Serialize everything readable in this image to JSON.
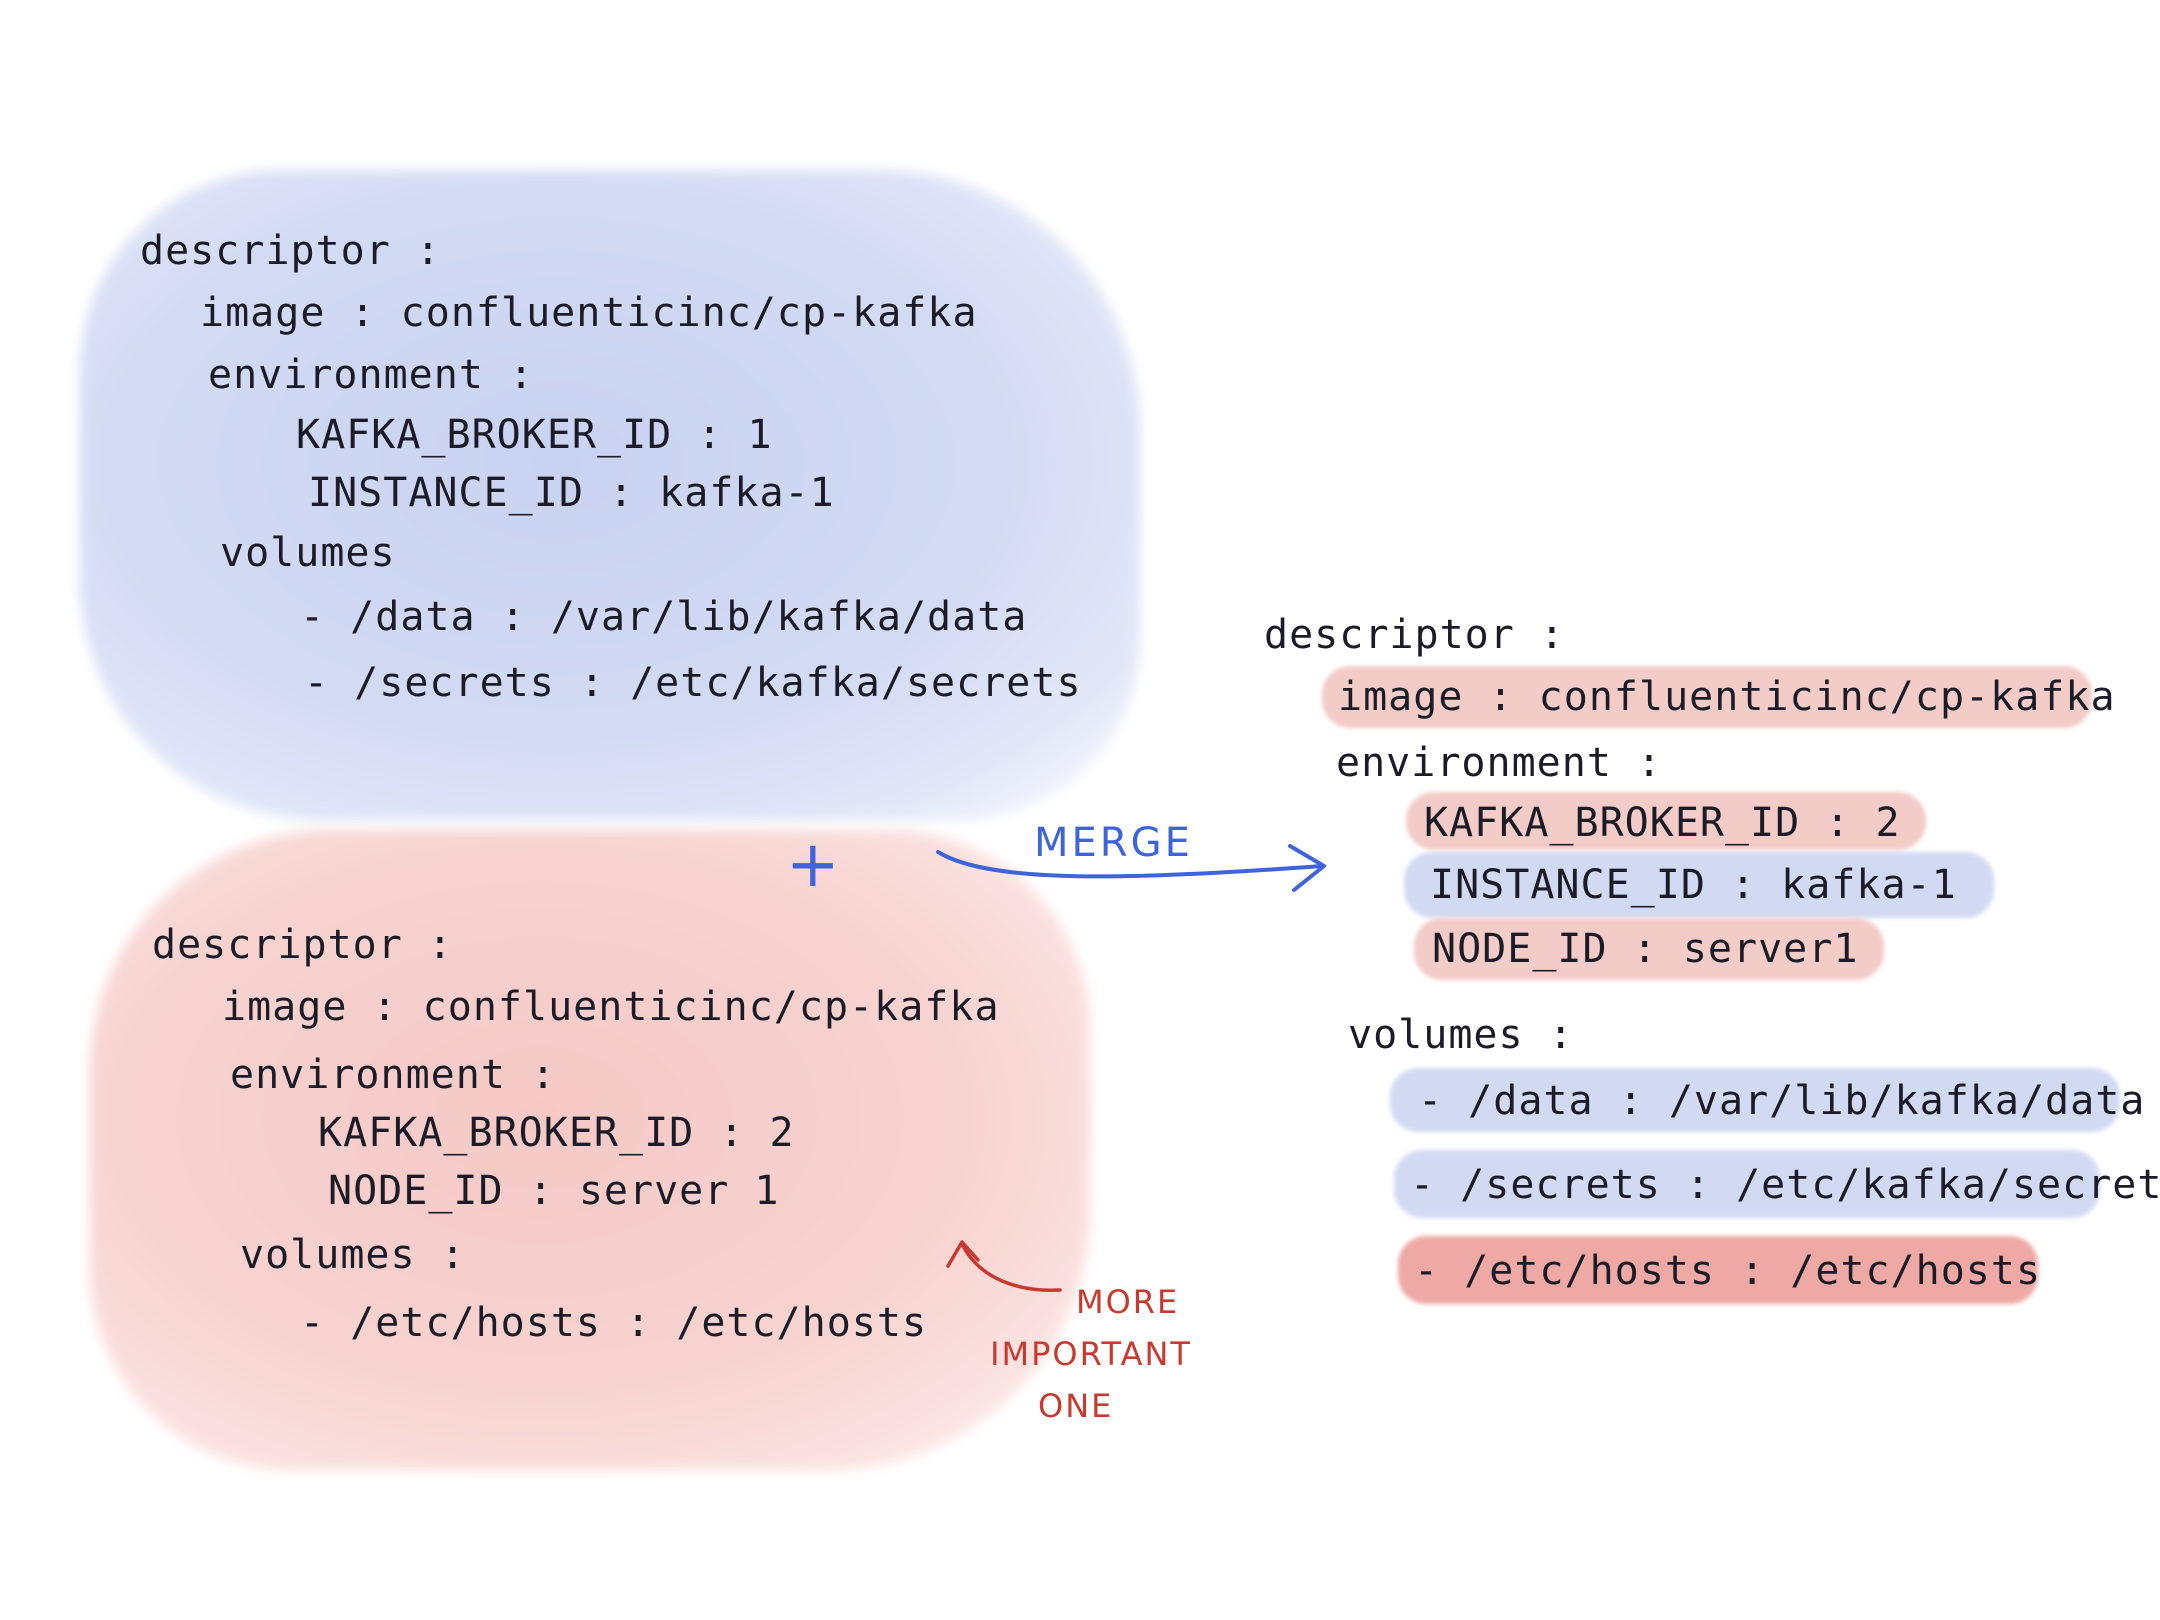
{
  "left_top": {
    "lines": [
      "descriptor :",
      "image : confluenticinc/cp-kafka",
      "environment :",
      "KAFKA_BROKER_ID : 1",
      "INSTANCE_ID : kafka-1",
      "volumes",
      "- /data : /var/lib/kafka/data",
      "- /secrets : /etc/kafka/secrets"
    ]
  },
  "left_bottom": {
    "lines": [
      "descriptor :",
      "image : confluenticinc/cp-kafka",
      "environment :",
      "KAFKA_BROKER_ID : 2",
      "NODE_ID : server 1",
      "volumes :",
      "- /etc/hosts : /etc/hosts"
    ]
  },
  "operator": "+",
  "merge_label": "MERGE",
  "note": {
    "line1": "MORE",
    "line2": "IMPORTANT",
    "line3": "ONE"
  },
  "result": {
    "lines": [
      "descriptor :",
      "image : confluenticinc/cp-kafka",
      "environment :",
      "KAFKA_BROKER_ID : 2",
      "INSTANCE_ID : kafka-1",
      "NODE_ID : server1",
      "volumes :",
      "- /data : /var/lib/kafka/data",
      "- /secrets : /etc/kafka/secrets",
      "- /etc/hosts : /etc/hosts"
    ]
  },
  "colors": {
    "blue_source": "#d3dbf4",
    "red_source": "#f7d3d0",
    "arrow": "#3f63d8",
    "note": "#c9392f"
  }
}
